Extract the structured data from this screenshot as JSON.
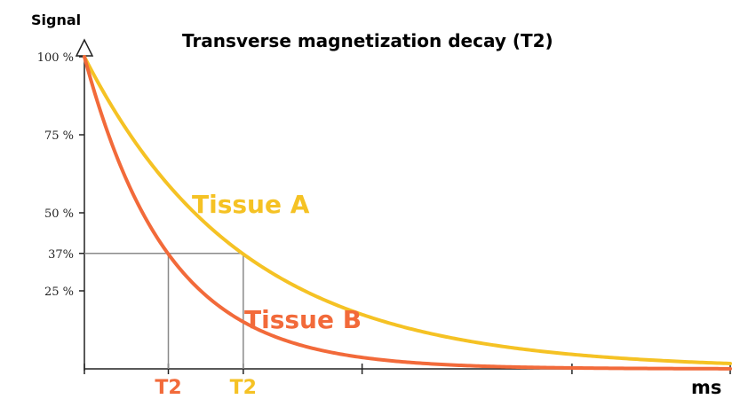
{
  "chart_data": {
    "type": "line",
    "title": "Transverse magnetization decay (T2)",
    "ylabel": "Signal",
    "xlabel": "ms",
    "ylim": [
      0,
      100
    ],
    "xlim": [
      0,
      100
    ],
    "y_ticks": [
      {
        "value": 100,
        "label": "100 %"
      },
      {
        "value": 75,
        "label": "75 %"
      },
      {
        "value": 50,
        "label": "50 %"
      },
      {
        "value": 37,
        "label": "37%"
      },
      {
        "value": 25,
        "label": "25 %"
      }
    ],
    "x_ticks": [
      0,
      13,
      24.6,
      43,
      75.5,
      100
    ],
    "grid": false,
    "series": [
      {
        "name": "Tissue A",
        "t2": 24.6,
        "color": "#f5c224"
      },
      {
        "name": "Tissue B",
        "t2": 13,
        "color": "#f26a3a"
      }
    ],
    "reference_level": 37,
    "markers": [
      {
        "label": "T2",
        "x": 13,
        "color": "#f26a3a"
      },
      {
        "label": "T2",
        "x": 24.6,
        "color": "#f5c224"
      }
    ]
  }
}
